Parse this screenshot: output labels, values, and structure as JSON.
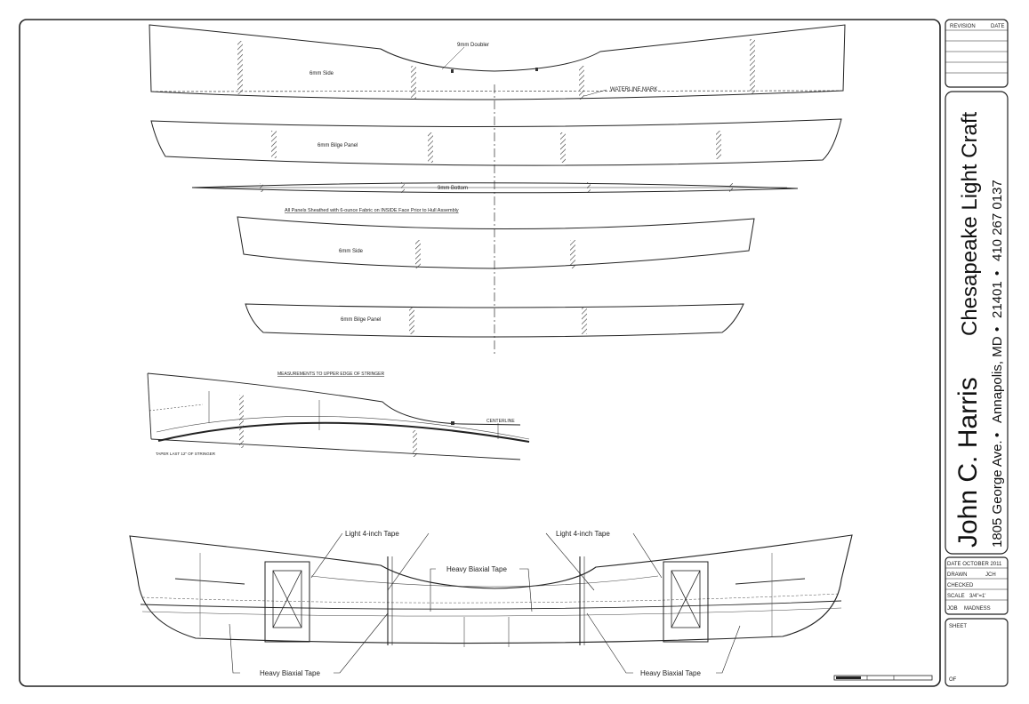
{
  "drawing": {
    "panels": {
      "side_top": "6mm Side",
      "doubler": "9mm Doubler",
      "waterline": "WATERLINE MARK",
      "bilge_top": "6mm Bilge Panel",
      "bottom": "9mm Bottom",
      "sheath_note": "All Panels Sheathed with 6-ounce Fabric on INSIDE Face Prior to Hull Assembly",
      "side_second": "6mm Side",
      "bilge_second": "6mm Bilge Panel"
    },
    "stringer": {
      "title": "MEASUREMENTS TO UPPER EDGE OF STRINGER",
      "centerline": "CENTERLINE",
      "taper_note": "TAPER LAST 12\" OF STRINGER"
    },
    "hull_callouts": {
      "light_tape_left": "Light 4-inch Tape",
      "light_tape_right": "Light 4-inch Tape",
      "heavy_biaxial_top": "Heavy Biaxial Tape",
      "heavy_biaxial_left": "Heavy Biaxial Tape",
      "heavy_biaxial_right": "Heavy Biaxial Tape"
    }
  },
  "title_block": {
    "revision_label": "REVISION",
    "date_label": "DATE",
    "designer_name": "John C. Harris",
    "company": "Chesapeake Light Craft",
    "address": "1805 George Ave.",
    "city": "Annapolis, MD",
    "zip": "21401",
    "phone": "410 267 0137",
    "date": "DATE OCTOBER 2011",
    "drawn_label": "DRAWN",
    "drawn_by": "JCH",
    "checked_label": "CHECKED",
    "scale_label": "SCALE",
    "scale_value": "3/4\"=1'",
    "job_label": "JOB",
    "job_value": "MADNESS",
    "sheet_label": "SHEET",
    "of_label": "OF"
  }
}
